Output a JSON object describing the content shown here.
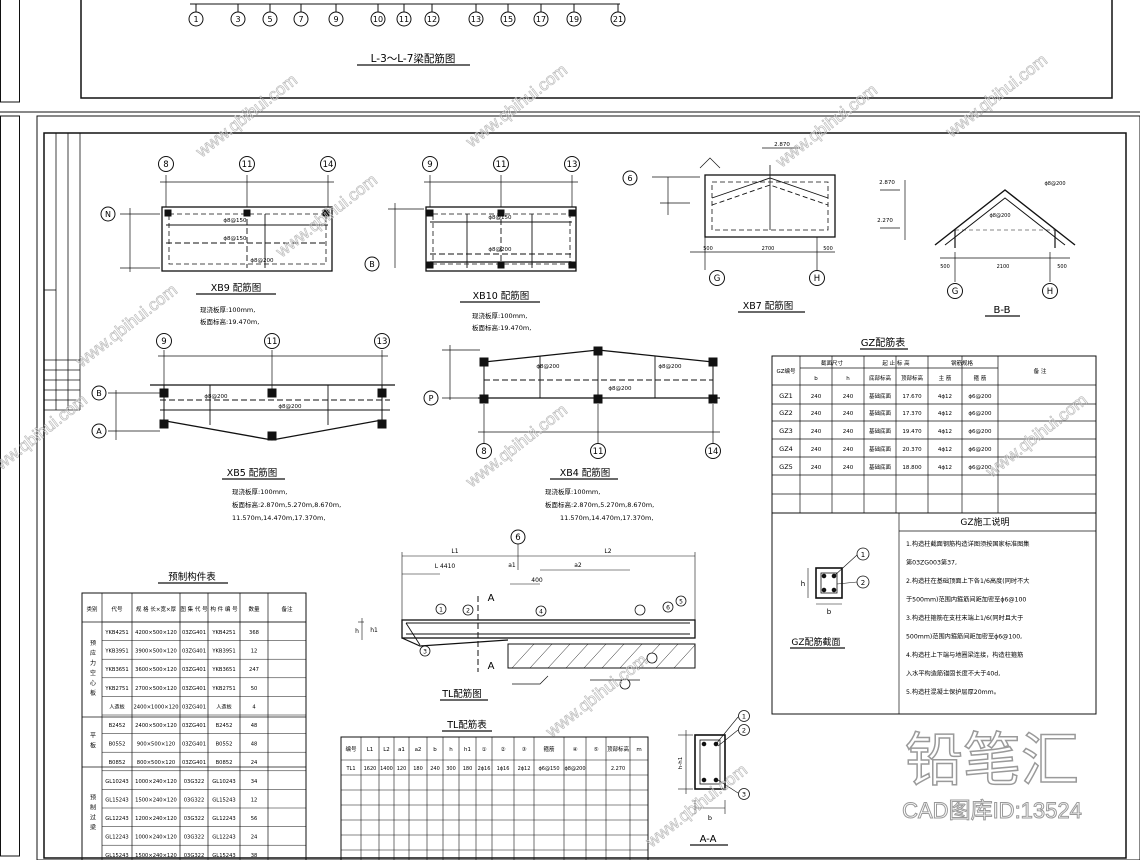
{
  "top_panel": {
    "axis_labels": [
      "1",
      "3",
      "5",
      "7",
      "9",
      "10",
      "11",
      "12",
      "13",
      "15",
      "17",
      "19",
      "21"
    ],
    "title": "L-3～L-7梁配筋图"
  },
  "xb9": {
    "title": "XB9 配筋图",
    "axes": [
      "8",
      "11",
      "14"
    ],
    "row_axes": [
      "N",
      "B"
    ],
    "rebar": [
      "ϕ8@150",
      "ϕ8@200"
    ],
    "note1": "现浇板厚:100mm,",
    "note2": "板面标高:19.470m,"
  },
  "xb10": {
    "title": "XB10 配筋图",
    "axes": [
      "9",
      "11",
      "13"
    ],
    "row_axes": [
      "B"
    ],
    "rebar": [
      "ϕ8@150",
      "ϕ8@200"
    ],
    "note1": "现浇板厚:100mm,",
    "note2": "板面标高:19.470m,"
  },
  "xb7": {
    "title": "XB7 配筋图",
    "axes": [
      "G",
      "H"
    ],
    "row_axis": "6",
    "dims": [
      "2.870",
      "500",
      "2700",
      "500"
    ]
  },
  "bb": {
    "title": "B-B",
    "axes": [
      "G",
      "H"
    ],
    "dims": [
      "2.870",
      "2.270",
      "500",
      "2100",
      "500"
    ],
    "rebar": [
      "ϕ8@200"
    ]
  },
  "xb5": {
    "title": "XB5 配筋图",
    "axes": [
      "9",
      "11",
      "13"
    ],
    "row_axes": [
      "B",
      "A"
    ],
    "rebar": [
      "ϕ8@200"
    ],
    "note1": "现浇板厚:100mm,",
    "note2": "板面标高:2.870m,5.270m,8.670m,",
    "note3": "11.570m,14.470m,17.370m,"
  },
  "xb4": {
    "title": "XB4 配筋图",
    "axes": [
      "8",
      "11",
      "14"
    ],
    "row_axis": "P",
    "rebar": [
      "ϕ8@200"
    ],
    "note1": "现浇板厚:100mm,",
    "note2": "板面标高:2.870m,5.270m,8.670m,",
    "note3": "11.570m,14.470m,17.370m,"
  },
  "gz_table": {
    "title": "GZ配筋表",
    "headers": [
      "GZ编号",
      "截面尺寸",
      "起 止 标 高",
      "钢筋规格",
      "备  注"
    ],
    "subheaders": [
      "b",
      "h",
      "底部标高",
      "顶部标高",
      "主 筋",
      "箍 筋"
    ],
    "rows": [
      [
        "GZ1",
        "240",
        "240",
        "基础底面",
        "17.670",
        "4ϕ12",
        "ϕ6@200"
      ],
      [
        "GZ2",
        "240",
        "240",
        "基础底面",
        "17.370",
        "4ϕ12",
        "ϕ6@200"
      ],
      [
        "GZ3",
        "240",
        "240",
        "基础底面",
        "19.470",
        "4ϕ12",
        "ϕ6@200"
      ],
      [
        "GZ4",
        "240",
        "240",
        "基础底面",
        "20.370",
        "4ϕ12",
        "ϕ6@200"
      ],
      [
        "GZ5",
        "240",
        "240",
        "基础底面",
        "18.800",
        "4ϕ12",
        "ϕ6@200"
      ]
    ]
  },
  "gz_notes": {
    "title": "GZ施工说明",
    "lines": [
      "1.构造柱截面钢筋构造详图须按国家标准图集",
      "  第03ZG003第37,",
      "2.构造柱在基础顶面上下各1/6高度(同时不大",
      "  于500mm)范围内箍筋间距加密至ϕ6@100",
      "3.构造柱箍筋在支柱末端上1/6(同时且大于",
      "  500mm)范围内箍筋间距加密至ϕ6@100,",
      "4.构造柱上下端与地圈梁连接，构造柱箍筋",
      "  入水平构造筋锚固长度不大于40d,",
      "5.构造柱混凝土保护层厚20mm。"
    ]
  },
  "gz_section": {
    "title": "GZ配筋截面",
    "labels": [
      "1",
      "2",
      "b",
      "h"
    ]
  },
  "precast_table": {
    "title": "预制构件表",
    "headers": [
      "类别",
      "代号",
      "规 格 长×宽×厚",
      "图 集 代 号",
      "构 件 编 号",
      "数量",
      "备注"
    ],
    "groups": [
      "预应力空心板",
      "平板",
      "预制过梁"
    ],
    "rows": [
      [
        "YKB4251",
        "4200×500×120",
        "03ZG401",
        "YKB4251",
        "368"
      ],
      [
        "YKB3951",
        "3900×500×120",
        "03ZG401",
        "YKB3951",
        "12"
      ],
      [
        "YKB3651",
        "3600×500×120",
        "03ZG401",
        "YKB3651",
        "247"
      ],
      [
        "YKB2751",
        "2700×500×120",
        "03ZG401",
        "YKB2751",
        "50"
      ],
      [
        "人造板",
        "2400×1000×120",
        "03ZG401",
        "人造板",
        "4"
      ],
      [
        "B2452",
        "2400×500×120",
        "03ZG401",
        "B2452",
        "48"
      ],
      [
        "B0552",
        "900×500×120",
        "03ZG401",
        "B0552",
        "48"
      ],
      [
        "B0852",
        "800×500×120",
        "03ZG401",
        "B0852",
        "24"
      ],
      [
        "GL10243",
        "1000×240×120",
        "03G322",
        "GL10243",
        "34"
      ],
      [
        "GL15243",
        "1500×240×120",
        "03G322",
        "GL15243",
        "12"
      ],
      [
        "GL12243",
        "1200×240×120",
        "03G322",
        "GL12243",
        "56"
      ],
      [
        "GL12243",
        "1000×240×120",
        "03G322",
        "GL12243",
        "24"
      ],
      [
        "GL15243",
        "1500×240×120",
        "03G322",
        "GL15243",
        "38"
      ]
    ]
  },
  "tl_detail": {
    "title": "TL配筋图",
    "axis": "6",
    "labels": [
      "L1",
      "L2",
      "A",
      "A",
      "h",
      "h1",
      "a1",
      "a2",
      "L 4410",
      "400",
      "1",
      "2",
      "3",
      "4",
      "5",
      "6"
    ]
  },
  "tl_table": {
    "title": "TL配筋表",
    "headers": [
      "编号",
      "L1",
      "L2",
      "a1",
      "a2",
      "b",
      "h",
      "h1",
      "①",
      "②",
      "③",
      "箍筋",
      "④",
      "⑤",
      "顶部标高",
      "m"
    ],
    "row": [
      "TL1",
      "1620",
      "1400",
      "120",
      "180",
      "240",
      "300",
      "180",
      "2ϕ16",
      "1ϕ16",
      "2ϕ12",
      "ϕ6@150",
      "ϕ8@200",
      "",
      "2.270",
      ""
    ]
  },
  "aa": {
    "title": "A-A",
    "labels": [
      "1",
      "2",
      "3",
      "b",
      "h-h1"
    ]
  },
  "watermark": {
    "brand": "铅笔汇",
    "url": "www.qbihui.com",
    "id": "CAD图库ID:13524"
  }
}
